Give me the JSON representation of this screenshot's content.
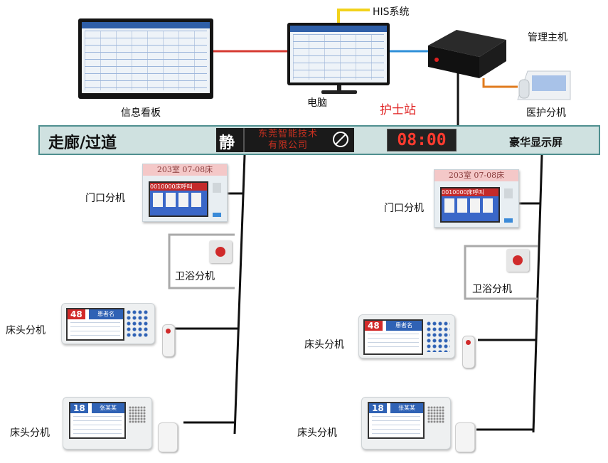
{
  "labels": {
    "his_system": "HIS系统",
    "management_host": "管理主机",
    "info_board": "信息看板",
    "computer": "电脑",
    "nurse_station": "护士站",
    "medical_extension": "医护分机",
    "corridor": "走廊/过道",
    "deluxe_display": "豪华显示屏",
    "door_extension_left": "门口分机",
    "door_extension_right": "门口分机",
    "bathroom_extension_left": "卫浴分机",
    "bathroom_extension_right": "卫浴分机",
    "bedside_extension_1": "床头分机",
    "bedside_extension_2": "床头分机",
    "bedside_extension_3": "床头分机",
    "bedside_extension_4": "床头分机"
  },
  "led_sign": {
    "quiet_char": "静",
    "company_line1": "东莞智能技术",
    "company_line2": "有限公司",
    "icon": "no-smoking-icon"
  },
  "clock": "08:00",
  "door_panel": {
    "room_label_left": "203室 07-08床",
    "room_label_right": "203室 07-08床",
    "ticker_left": "0010000床呼叫",
    "ticker_right": "0010000床呼叫"
  },
  "bed_panels": {
    "bed1_number": "48",
    "bed1_header": "患者名",
    "bed2_number": "48",
    "bed2_header": "患者名",
    "bed3_number": "18",
    "bed3_header": "张某某",
    "bed4_number": "18",
    "bed4_header": "张某某"
  },
  "colors": {
    "corridor_bar": "#cfe1e0",
    "his_link": "#f2d21b",
    "board_link": "#d63a32",
    "pc_link": "#2e8fd8",
    "extension_link": "#e07b1e",
    "bus_line": "#111111",
    "bathroom_line": "#aaaaaa",
    "nurse_station_text": "#e02020",
    "clock_digits": "#ff3b2f"
  }
}
